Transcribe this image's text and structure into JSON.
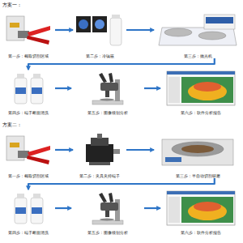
{
  "diagram": {
    "nodes": [
      {
        "text": [
          "第一步：截取切割区域"
        ]
      },
      {
        "text": [
          "第二步：冷镶嵌"
        ]
      },
      {
        "text": [
          "第三步：抛光机"
        ]
      },
      {
        "text": [
          "第四步：端子断面清洗"
        ]
      },
      {
        "text": [
          "第五步：图像级别分析"
        ]
      },
      {
        "text": [
          "第六步：软件分析报告"
        ]
      },
      {
        "text": [
          "第一步：截取切割区域"
        ]
      },
      {
        "text": [
          "第二步：夹具夹持端子"
        ]
      },
      {
        "text": [
          "第三步：半自动切割研磨"
        ]
      },
      {
        "text": [
          "第四步：端子断面清洗"
        ]
      },
      {
        "text": [
          "第五步：图像级别分析"
        ]
      },
      {
        "text": [
          "第六步：软件分析报告"
        ]
      }
    ],
    "edges": [
      {
        "from": 0,
        "to": 1,
        "arrow": "to"
      },
      {
        "from": 1,
        "to": 2,
        "arrow": "to"
      },
      {
        "from": 2,
        "to": 3,
        "arrow": "to"
      },
      {
        "from": 3,
        "to": 4,
        "arrow": "to"
      },
      {
        "from": 4,
        "to": 5,
        "arrow": "to"
      },
      {
        "from": 6,
        "to": 7,
        "arrow": "to"
      },
      {
        "from": 7,
        "to": 8,
        "arrow": "to"
      },
      {
        "from": 8,
        "to": 9,
        "arrow": "to"
      },
      {
        "from": 9,
        "to": 10,
        "arrow": "to"
      },
      {
        "from": 10,
        "to": 11,
        "arrow": "to"
      }
    ],
    "labels": [
      "方案一：",
      "方案二："
    ]
  }
}
